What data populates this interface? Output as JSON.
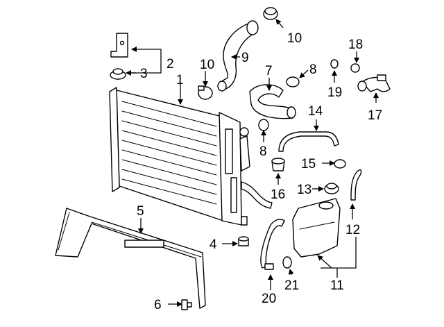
{
  "callouts": {
    "c1": "1",
    "c2": "2",
    "c3": "3",
    "c4": "4",
    "c5": "5",
    "c6": "6",
    "c7": "7",
    "c8a": "8",
    "c8b": "8",
    "c9": "9",
    "c10a": "10",
    "c10b": "10",
    "c11": "11",
    "c12": "12",
    "c13": "13",
    "c14": "14",
    "c15": "15",
    "c16": "16",
    "c17": "17",
    "c18": "18",
    "c19": "19",
    "c20": "20",
    "c21": "21"
  }
}
